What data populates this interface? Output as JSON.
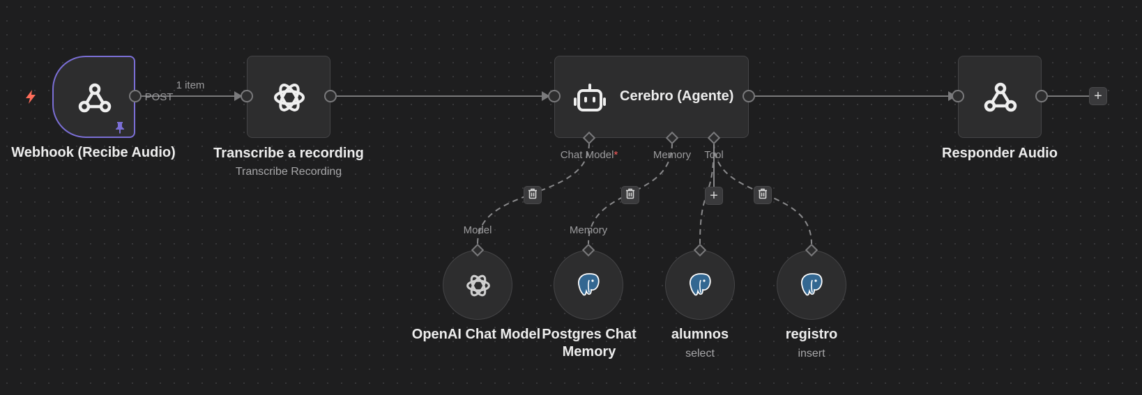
{
  "accent_color": "#7b6fd6",
  "trigger_color": "#ff6d5a",
  "nodes": {
    "webhook": {
      "title": "Webhook (Recibe Audio)",
      "icon": "webhook-icon"
    },
    "transcribe": {
      "title": "Transcribe a recording",
      "subtitle": "Transcribe Recording",
      "icon": "openai-icon"
    },
    "agent": {
      "title": "Cerebro (Agente)",
      "icon": "robot-icon"
    },
    "responder": {
      "title": "Responder Audio",
      "icon": "webhook-icon"
    },
    "openai_model": {
      "title": "OpenAI Chat Model",
      "icon": "openai-icon"
    },
    "postgres_memory": {
      "title_line1": "Postgres Chat",
      "title_line2": "Memory",
      "icon": "postgres-icon"
    },
    "alumnos": {
      "title": "alumnos",
      "subtitle": "select",
      "icon": "postgres-icon"
    },
    "registro": {
      "title": "registro",
      "subtitle": "insert",
      "icon": "postgres-icon"
    }
  },
  "connection_labels": {
    "post": "POST",
    "item_count": "1 item"
  },
  "agent_inputs": {
    "chat_model": "Chat Model",
    "required_mark": "*",
    "memory": "Memory",
    "tool": "Tool"
  },
  "sub_inputs": {
    "model": "Model",
    "memory": "Memory"
  },
  "buttons": {
    "add": "+"
  }
}
